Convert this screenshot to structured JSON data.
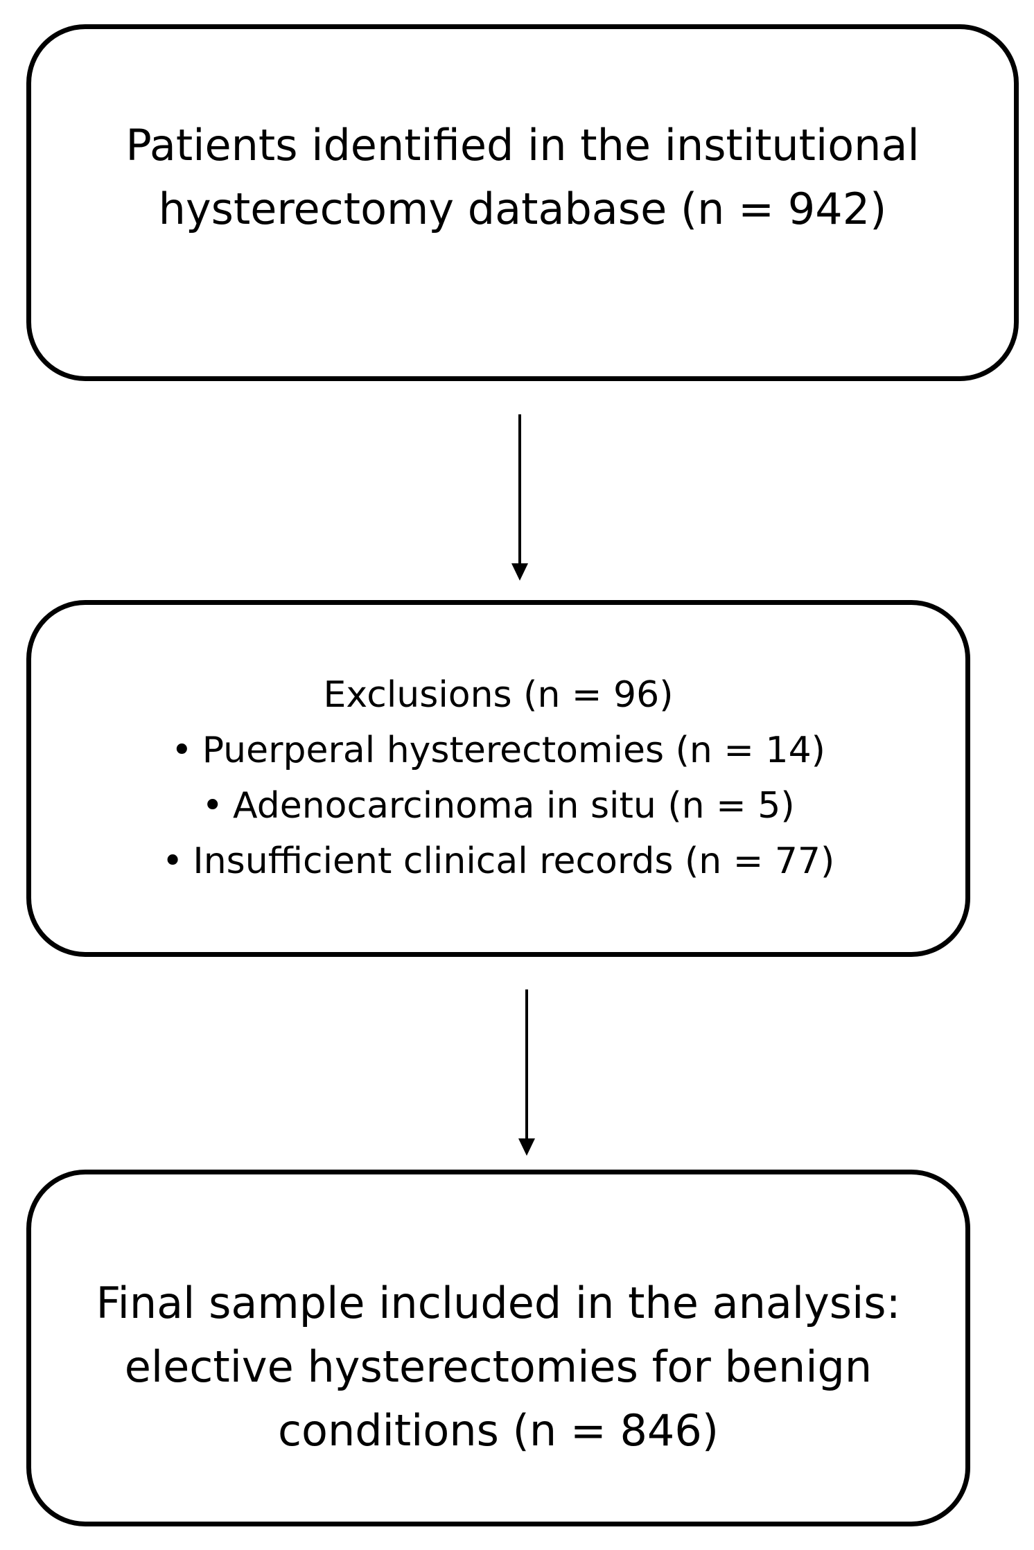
{
  "boxes": {
    "top": {
      "lines": [
        "Patients identified in the institutional",
        "hysterectomy database (n = 942)"
      ]
    },
    "middle": {
      "heading": "Exclusions (n = 96)",
      "bullet_symbol": "•",
      "items": [
        "Puerperal hysterectomies (n = 14)",
        "Adenocarcinoma in situ (n = 5)",
        "Insufficient clinical records (n = 77)"
      ]
    },
    "bottom": {
      "lines": [
        "Final sample included in the analysis:",
        "elective hysterectomies for benign",
        "conditions (n = 846)"
      ]
    }
  },
  "colors": {
    "stroke": "#000000",
    "background": "#ffffff"
  },
  "icons": {
    "arrow": "arrow-down-icon"
  }
}
